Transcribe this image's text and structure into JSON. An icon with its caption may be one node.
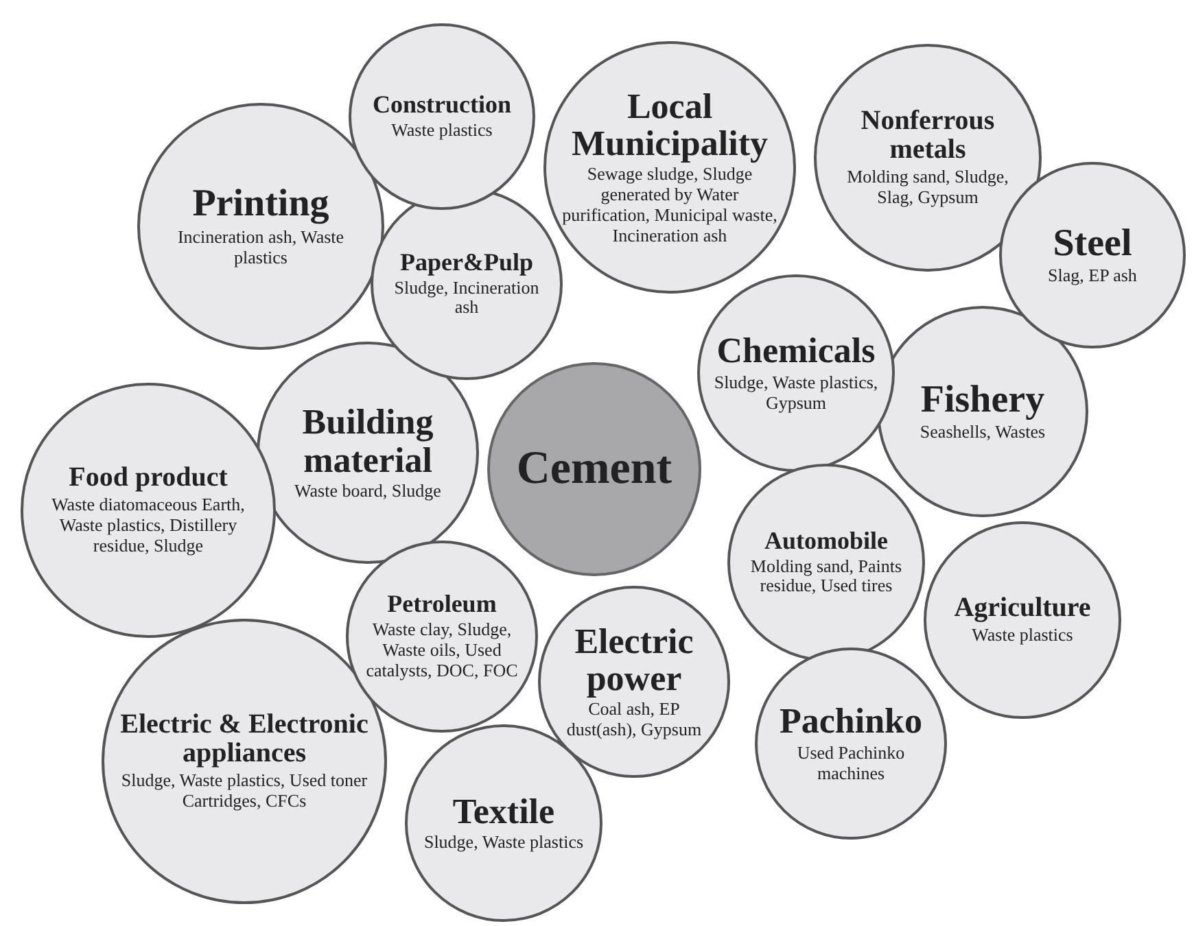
{
  "diagram": {
    "nodes": [
      {
        "text": [
          "Construction",
          "Waste plastics"
        ]
      },
      {
        "text": [
          "Local Municipality",
          "Sewage sludge, Sludge generated by Water purification, Municipal waste, Incineration ash"
        ]
      },
      {
        "text": [
          "Nonferrous metals",
          "Molding sand, Sludge, Slag, Gypsum"
        ]
      },
      {
        "text": [
          "Printing",
          "Incineration ash, Waste plastics"
        ]
      },
      {
        "text": [
          "Paper&Pulp",
          "Sludge, Incineration ash"
        ]
      },
      {
        "text": [
          "Steel",
          "Slag, EP ash"
        ]
      },
      {
        "text": [
          "Chemicals",
          "Sludge, Waste plastics, Gypsum"
        ]
      },
      {
        "text": [
          "Fishery",
          "Seashells, Wastes"
        ]
      },
      {
        "text": [
          "Building material",
          "Waste board, Sludge"
        ]
      },
      {
        "text": [
          "Cement"
        ]
      },
      {
        "text": [
          "Food product",
          "Waste diatomaceous Earth, Waste plastics, Distillery residue, Sludge"
        ]
      },
      {
        "text": [
          "Automobile",
          "Molding sand, Paints residue, Used tires"
        ]
      },
      {
        "text": [
          "Agriculture",
          "Waste plastics"
        ]
      },
      {
        "text": [
          "Petroleum",
          "Waste clay, Sludge, Waste oils, Used catalysts, DOC, FOC"
        ]
      },
      {
        "text": [
          "Electric power",
          "Coal ash, EP dust(ash), Gypsum"
        ]
      },
      {
        "text": [
          "Electric & Electronic appliances",
          "Sludge, Waste plastics, Used toner Cartridges, CFCs"
        ]
      },
      {
        "text": [
          "Textile",
          "Sludge, Waste plastics"
        ]
      },
      {
        "text": [
          "Pachinko",
          "Used Pachinko machines"
        ]
      }
    ]
  }
}
